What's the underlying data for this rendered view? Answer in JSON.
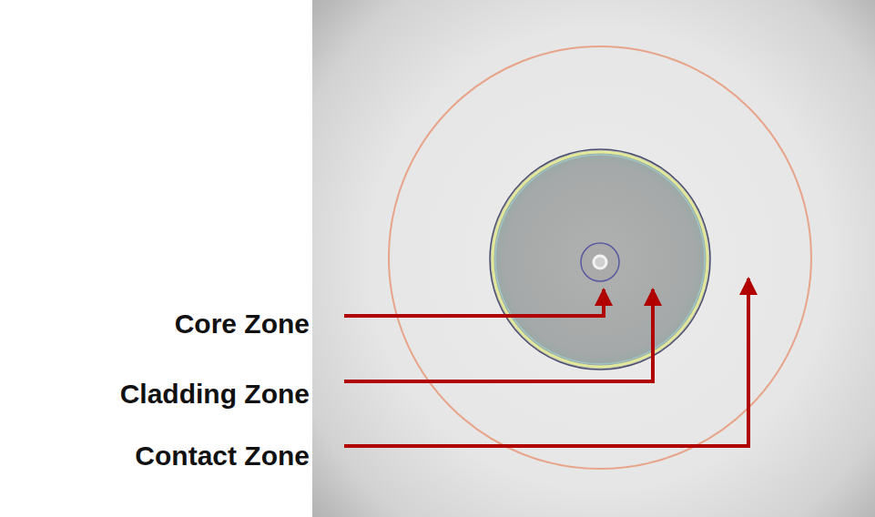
{
  "diagram": {
    "labels": [
      "Core Zone",
      "Cladding Zone",
      "Contact Zone"
    ]
  }
}
